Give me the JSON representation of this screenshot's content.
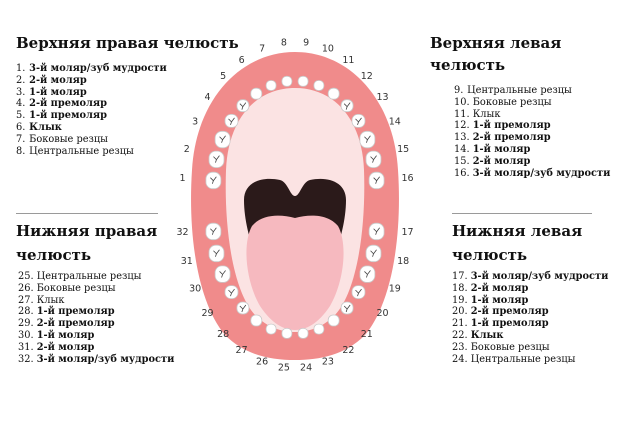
{
  "upper_right": {
    "title": "Верхняя правая челюсть",
    "items": [
      {
        "num": "1.",
        "text": "3-й моляр/зуб мудрости",
        "bold": true
      },
      {
        "num": "2.",
        "text": "2-й моляр",
        "bold": true
      },
      {
        "num": "3.",
        "text": "1-й моляр",
        "bold": true
      },
      {
        "num": "4.",
        "text": "2-й премоляр",
        "bold": true
      },
      {
        "num": "5.",
        "text": "1-й премоляр",
        "bold": true
      },
      {
        "num": "6.",
        "text": "Клык",
        "bold": true
      },
      {
        "num": "7.",
        "text": "Боковые резцы",
        "bold": false
      },
      {
        "num": "8.",
        "text": "Центральные резцы",
        "bold": false
      }
    ]
  },
  "upper_left": {
    "title": "Верхняя левая челюсть",
    "items": [
      {
        "num": "9.",
        "text": "Центральные резцы",
        "bold": false
      },
      {
        "num": "10.",
        "text": "Боковые резцы",
        "bold": false
      },
      {
        "num": "11.",
        "text": "Клык",
        "bold": false
      },
      {
        "num": "12.",
        "text": "1-й премоляр",
        "bold": true
      },
      {
        "num": "13.",
        "text": "2-й премоляр",
        "bold": true
      },
      {
        "num": "14.",
        "text": "1-й моляр",
        "bold": true
      },
      {
        "num": "15.",
        "text": "2-й моляр",
        "bold": true
      },
      {
        "num": "16.",
        "text": "3-й моляр/зуб мудрости",
        "bold": true
      }
    ]
  },
  "lower_right": {
    "title_line1": "Нижняя правая",
    "title_line2": "челюсть",
    "items": [
      {
        "num": "25.",
        "text": "Центральные резцы",
        "bold": false
      },
      {
        "num": "26.",
        "text": "Боковые резцы",
        "bold": false
      },
      {
        "num": "27.",
        "text": "Клык",
        "bold": false
      },
      {
        "num": "28.",
        "text": "1-й премоляр",
        "bold": true
      },
      {
        "num": "29.",
        "text": "2-й премоляр",
        "bold": true
      },
      {
        "num": "30.",
        "text": "1-й моляр",
        "bold": true
      },
      {
        "num": "31.",
        "text": "2-й моляр",
        "bold": true
      },
      {
        "num": "32.",
        "text": "3-й моляр/зуб мудрости",
        "bold": true
      }
    ]
  },
  "lower_left": {
    "title_line1": "Нижняя левая",
    "title_line2": "челюсть",
    "items": [
      {
        "num": "17.",
        "text": "3-й моляр/зуб мудрости",
        "bold": true
      },
      {
        "num": "18.",
        "text": "2-й моляр",
        "bold": true
      },
      {
        "num": "19.",
        "text": "1-й моляр",
        "bold": true
      },
      {
        "num": "20.",
        "text": "2-й премоляр",
        "bold": true
      },
      {
        "num": "21.",
        "text": "1-й премоляр",
        "bold": true
      },
      {
        "num": "22.",
        "text": "Клык",
        "bold": true
      },
      {
        "num": "23.",
        "text": "Боковые резцы",
        "bold": false
      },
      {
        "num": "24.",
        "text": "Центральные резцы",
        "bold": false
      }
    ]
  },
  "diagram": {
    "colors": {
      "gum": "#f08b8b",
      "gum_inner": "#fbe3e3",
      "throat": "#2b1a1a",
      "tongue": "#f6b9bf",
      "tooth": "#ffffff"
    },
    "tooth_numbers": [
      "1",
      "2",
      "3",
      "4",
      "5",
      "6",
      "7",
      "8",
      "9",
      "10",
      "11",
      "12",
      "13",
      "14",
      "15",
      "16",
      "17",
      "18",
      "19",
      "20",
      "21",
      "22",
      "23",
      "24",
      "25",
      "26",
      "27",
      "28",
      "29",
      "30",
      "31",
      "32"
    ]
  }
}
